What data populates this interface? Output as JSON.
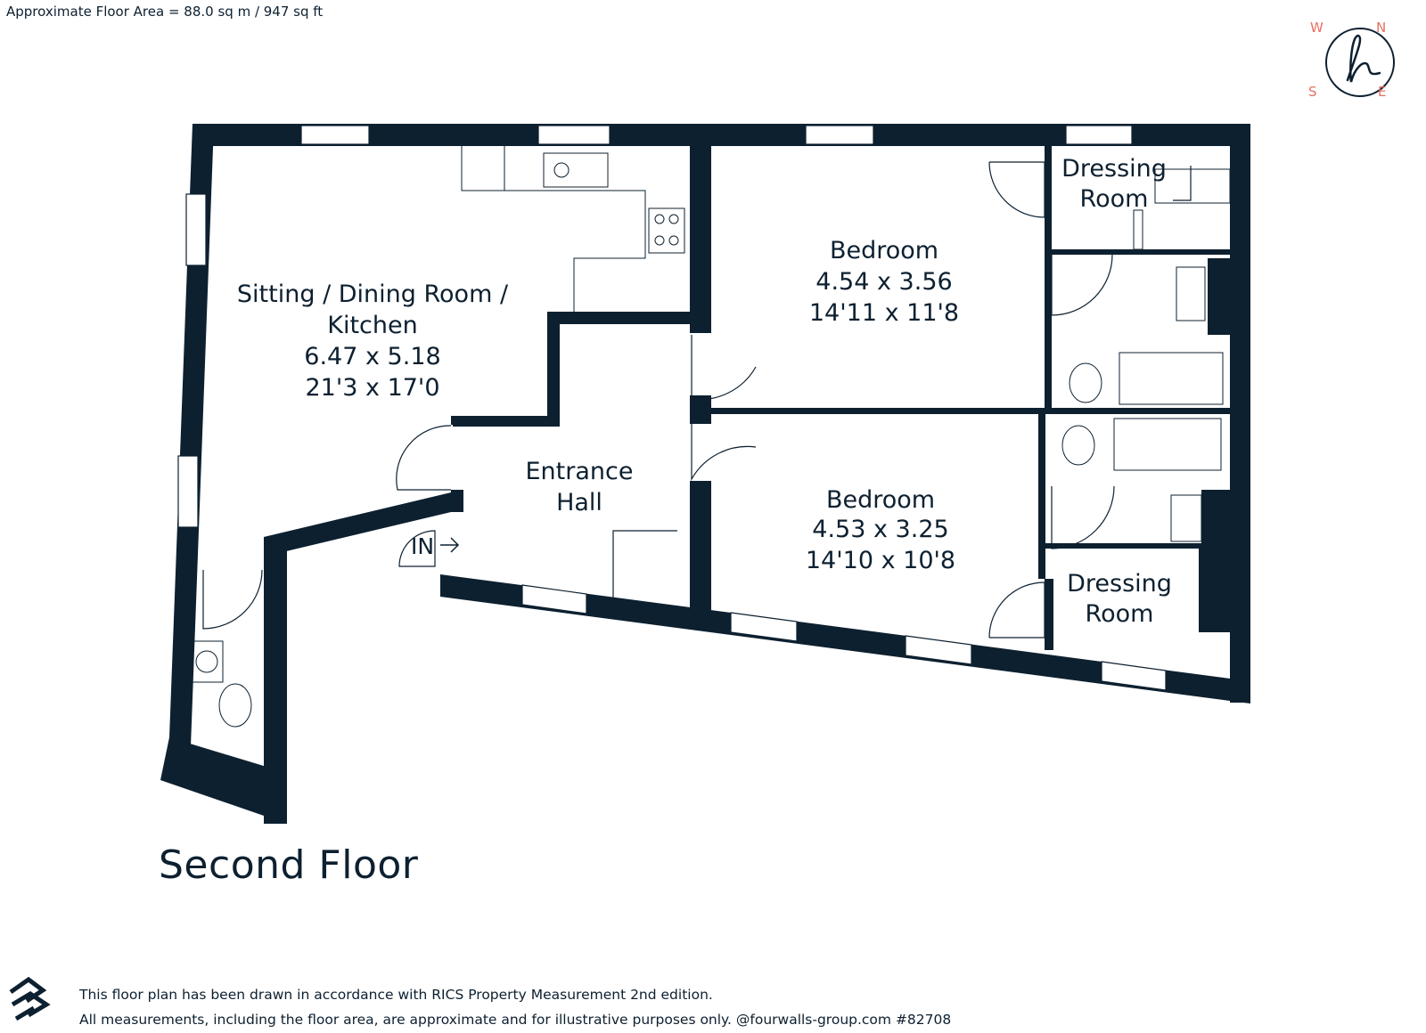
{
  "header": {
    "area_text": "Approximate Floor Area = 88.0 sq m / 947 sq ft"
  },
  "compass": {
    "n": "N",
    "e": "E",
    "s": "S",
    "w": "W",
    "monogram": "h",
    "color": "#e8705f"
  },
  "rooms": {
    "sitting": {
      "line1": "Sitting / Dining Room /",
      "line2": "Kitchen",
      "metric": "6.47 x 5.18",
      "imperial": "21'3 x 17'0"
    },
    "bedroom1": {
      "name": "Bedroom",
      "metric": "4.54 x 3.56",
      "imperial": "14'11 x 11'8"
    },
    "bedroom2": {
      "name": "Bedroom",
      "metric": "4.53 x 3.25",
      "imperial": "14'10 x 10'8"
    },
    "dressing1": {
      "line1": "Dressing",
      "line2": "Room"
    },
    "dressing2": {
      "line1": "Dressing",
      "line2": "Room"
    },
    "hall": {
      "line1": "Entrance",
      "line2": "Hall"
    },
    "entry": "IN"
  },
  "floor": {
    "title": "Second Floor"
  },
  "footer": {
    "line1": "This floor plan has been drawn in accordance with RICS Property Measurement 2nd edition.",
    "line2": "All measurements, including the floor area, are approximate and for illustrative purposes only. @fourwalls-group.com #82708"
  },
  "colors": {
    "wall": "#0d2030",
    "accent": "#e8705f",
    "text": "#0d2030"
  }
}
